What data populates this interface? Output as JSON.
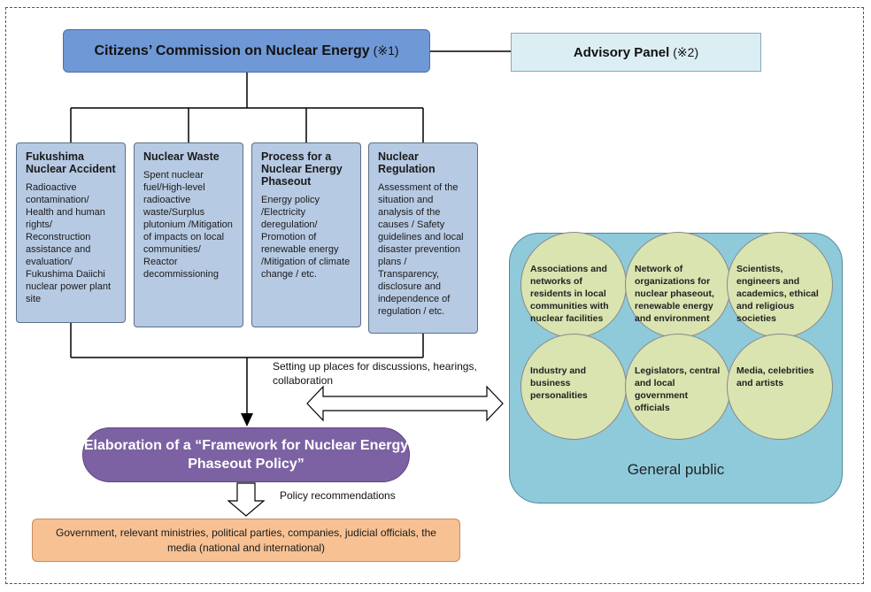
{
  "commission": {
    "title": "Citizens’ Commission on Nuclear Energy",
    "note": "(※1)"
  },
  "advisory": {
    "title": "Advisory Panel",
    "note": "(※2)"
  },
  "topics": [
    {
      "title": "Fukushima Nuclear Accident",
      "body": "Radioactive contamination/ Health and human rights/ Reconstruction assistance and evaluation/ Fukushima Daiichi nuclear power plant site"
    },
    {
      "title": "Nuclear Waste",
      "body": "Spent nuclear fuel/High-level radioactive waste/Surplus plutonium /Mitigation of impacts on local communities/ Reactor decommissioning"
    },
    {
      "title": "Process for a Nuclear Energy Phaseout",
      "body": "Energy policy /Electricity deregulation/ Promotion of renewable energy /Mitigation of climate change / etc."
    },
    {
      "title": "Nuclear Regulation",
      "body": "Assessment of the situation and analysis of the causes / Safety guidelines and local disaster prevention plans / Transparency, disclosure and independence of regulation / etc."
    }
  ],
  "framework": {
    "title": "Elaboration of a “Framework for Nuclear Energy Phaseout Policy”"
  },
  "labels": {
    "setup": "Setting up places for discussions, hearings, collaboration",
    "policy": "Policy recommendations"
  },
  "recipients": {
    "text": "Government, relevant ministries, political parties, companies, judicial officials, the media (national and international)"
  },
  "public": {
    "label": "General public",
    "groups": [
      "Associations and networks of residents in local communities with nuclear facilities",
      "Network of organizations for nuclear phaseout, renewable energy and environment",
      "Scientists, engineers and academics, ethical and religious societies",
      "Industry and business personalities",
      "Legislators, central and local government officials",
      "Media, celebrities and artists"
    ]
  },
  "colors": {
    "commission": "#6f98d6",
    "advisory": "#dbeef3",
    "topic": "#b7cae3",
    "framework": "#7c62a3",
    "recipients": "#f7c193",
    "public": "#8fcadb",
    "circle": "#d9e4b0"
  }
}
